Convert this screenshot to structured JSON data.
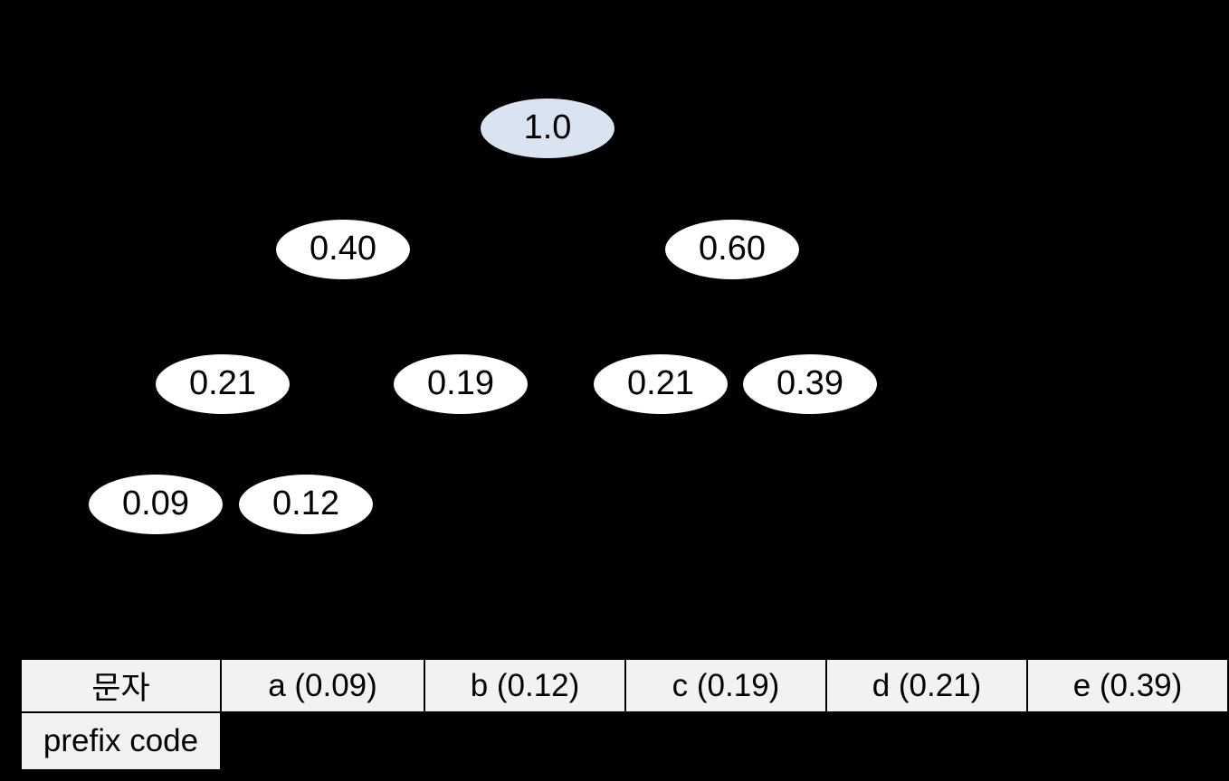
{
  "slide": {
    "background": "#000000",
    "description": "Huffman tree diagram with probability nodes and a character/prefix-code table"
  },
  "colors": {
    "background": "#000000",
    "node_fill": "#ffffff",
    "root_node_fill": "#dae3f1",
    "node_text": "#000000",
    "table_cell_fill": "#f2f2f2",
    "table_border": "#000000",
    "table_text": "#000000"
  },
  "tree": {
    "nodes": [
      {
        "label": "1.0",
        "level": 1,
        "fill": "#dae3f1"
      },
      {
        "label": "0.40",
        "level": 2,
        "fill": "#ffffff"
      },
      {
        "label": "0.60",
        "level": 2,
        "fill": "#ffffff"
      },
      {
        "label": "0.21",
        "level": 3,
        "fill": "#ffffff"
      },
      {
        "label": "0.19",
        "level": 3,
        "fill": "#ffffff"
      },
      {
        "label": "0.21",
        "level": 3,
        "fill": "#ffffff"
      },
      {
        "label": "0.39",
        "level": 3,
        "fill": "#ffffff"
      },
      {
        "label": "0.09",
        "level": 4,
        "fill": "#ffffff"
      },
      {
        "label": "0.12",
        "level": 4,
        "fill": "#ffffff"
      }
    ]
  },
  "table": {
    "character_row": {
      "header": "문자",
      "cells": [
        "a (0.09)",
        "b (0.12)",
        "c (0.19)",
        "d (0.21)",
        "e (0.39)"
      ]
    },
    "prefix_row": {
      "header": "prefix code",
      "cells": [
        "",
        "",
        "",
        "",
        ""
      ]
    }
  }
}
